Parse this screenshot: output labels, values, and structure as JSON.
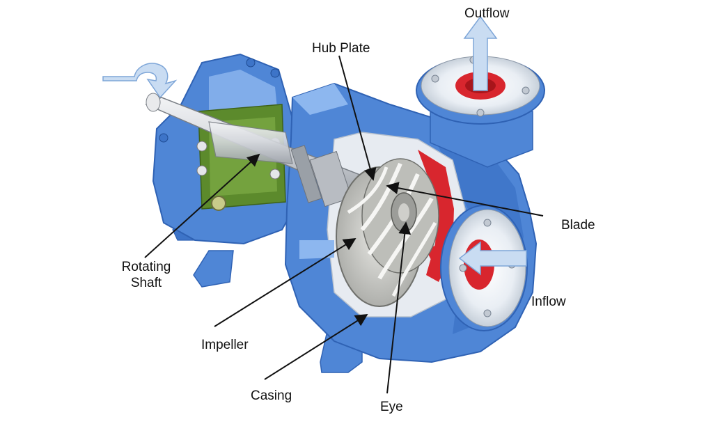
{
  "labels": {
    "outflow": "Outflow",
    "hub_plate": "Hub Plate",
    "blade": "Blade",
    "rotating_shaft_line1": "Rotating",
    "rotating_shaft_line2": "Shaft",
    "inflow": "Inflow",
    "impeller": "Impeller",
    "casing": "Casing",
    "eye": "Eye"
  },
  "colors": {
    "casing_blue": "#4f86d6",
    "casing_dark": "#2f62b4",
    "casing_light": "#8db7ef",
    "flow_red": "#d8262e",
    "green_housing": "#5c8a2c",
    "metal": "#c9ccd1",
    "flow_arrow": "#c9dcf2"
  }
}
